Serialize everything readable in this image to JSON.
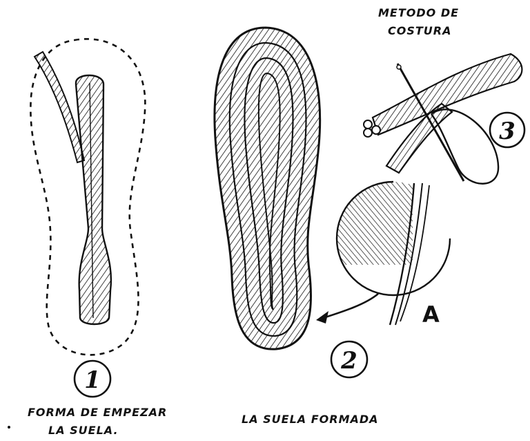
{
  "figure1": {
    "number": "1",
    "caption_line1": "FORMA DE EMPEZAR",
    "caption_line2": "LA SUELA."
  },
  "figure2": {
    "number": "2",
    "caption": "LA SUELA FORMADA",
    "detail_label": "A"
  },
  "figure3": {
    "number": "3",
    "title_line1": "METODO DE",
    "title_line2": "COSTURA"
  },
  "colors": {
    "ink": "#111111",
    "paper": "#ffffff"
  }
}
